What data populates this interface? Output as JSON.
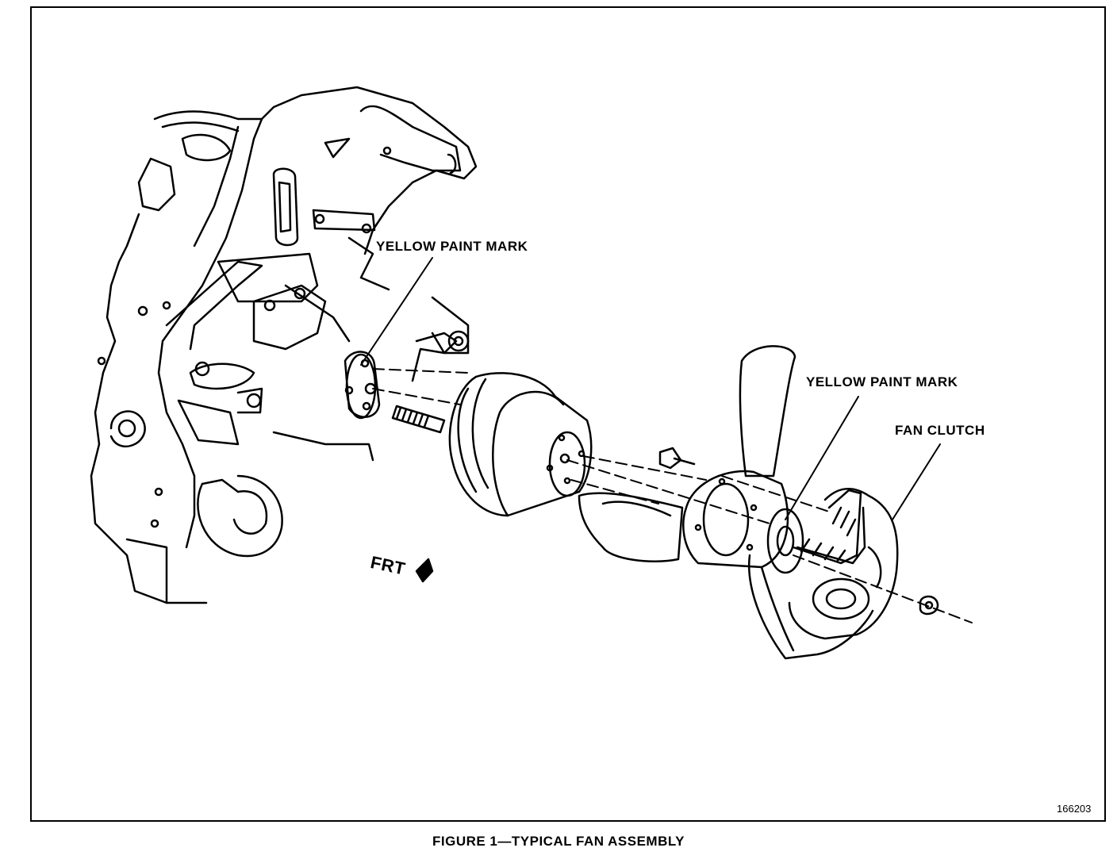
{
  "labels": {
    "yellow_paint_mark_upper": "YELLOW PAINT MARK",
    "yellow_paint_mark_lower": "YELLOW PAINT MARK",
    "fan_clutch": "FAN CLUTCH",
    "frt": "FRT"
  },
  "figure_id": "166203",
  "caption": "FIGURE 1—TYPICAL FAN ASSEMBLY"
}
